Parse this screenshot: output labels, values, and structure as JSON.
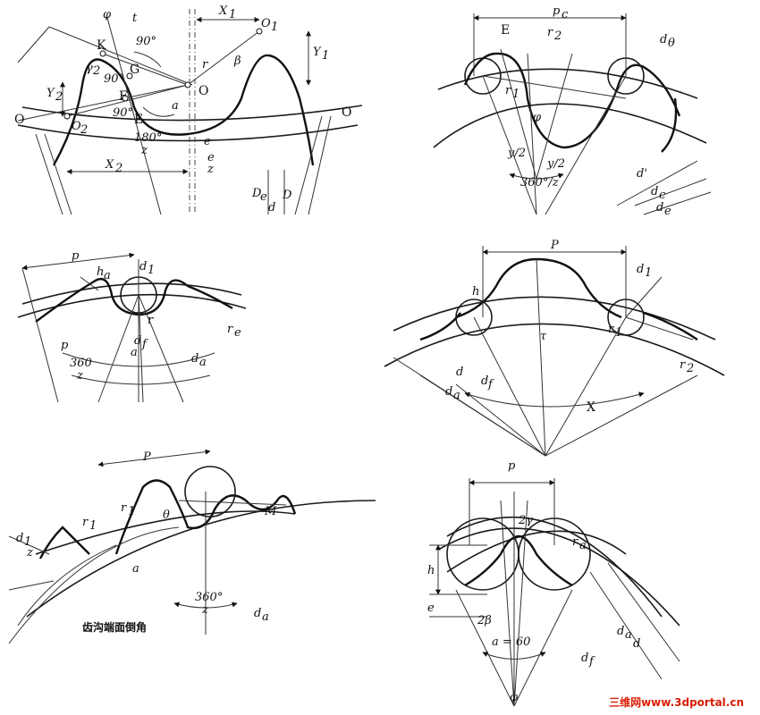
{
  "panels": {
    "p1": {
      "labels": [
        "φ",
        "t",
        "X",
        "1",
        "O",
        "1",
        "K",
        "90°",
        "G",
        "90°",
        "γ",
        "2",
        "β",
        "r",
        "Y",
        "1",
        "Y",
        "2",
        "O",
        "O",
        "2",
        "F",
        "90°",
        "E",
        "a",
        "O",
        "180°",
        "z",
        "e",
        "e",
        "z",
        "X",
        "2",
        "D",
        "e",
        "D",
        "d"
      ]
    },
    "p2": {
      "labels": [
        "p",
        "c",
        "E",
        "r",
        "2",
        "d",
        "θ",
        "r",
        "1",
        "φ",
        "y/2",
        "y/2",
        "360°/z",
        "d'",
        "d",
        "c",
        "d",
        "e"
      ]
    },
    "p3": {
      "labels": [
        "p",
        "h",
        "a",
        "d",
        "1",
        "r",
        "d",
        "f",
        "p",
        "360",
        "z",
        "a",
        "d",
        "a",
        "r",
        "e"
      ]
    },
    "p4": {
      "labels": [
        "P",
        "h",
        "d",
        "1",
        "r",
        "1",
        "τ",
        "r",
        "2",
        "d",
        "d",
        "f",
        "d",
        "a",
        "X"
      ]
    },
    "p5": {
      "labels": [
        "P",
        "r",
        "1",
        "r",
        "1",
        "θ",
        "M",
        "d",
        "1",
        "z",
        "a",
        "360°",
        "z",
        "d",
        "a"
      ],
      "caption": "齿沟端面倒角"
    },
    "p6": {
      "labels": [
        "p",
        "2γ",
        "r",
        "a",
        "h",
        "e",
        "2β",
        "a = 60",
        "d",
        "a",
        "d",
        "d",
        "f",
        "φ"
      ]
    }
  },
  "watermark": "三维网www.3dportal.cn",
  "colors": {
    "ink": "#111111",
    "watermark": "#d81e06"
  }
}
